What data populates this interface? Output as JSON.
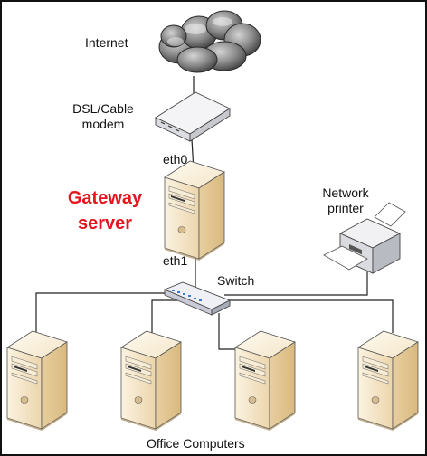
{
  "labels": {
    "internet": "Internet",
    "modem_line1": "DSL/Cable",
    "modem_line2": "modem",
    "eth0": "eth0",
    "gateway_line1": "Gateway",
    "gateway_line2": "server",
    "eth1": "eth1",
    "switch": "Switch",
    "printer_line1": "Network",
    "printer_line2": "printer",
    "office": "Office Computers"
  },
  "colors": {
    "gateway_text": "#e4151c",
    "server_fill": "#f3e3c6",
    "line": "#222222"
  },
  "icons": [
    "cloud-icon",
    "modem-icon",
    "server-icon",
    "switch-icon",
    "printer-icon"
  ]
}
